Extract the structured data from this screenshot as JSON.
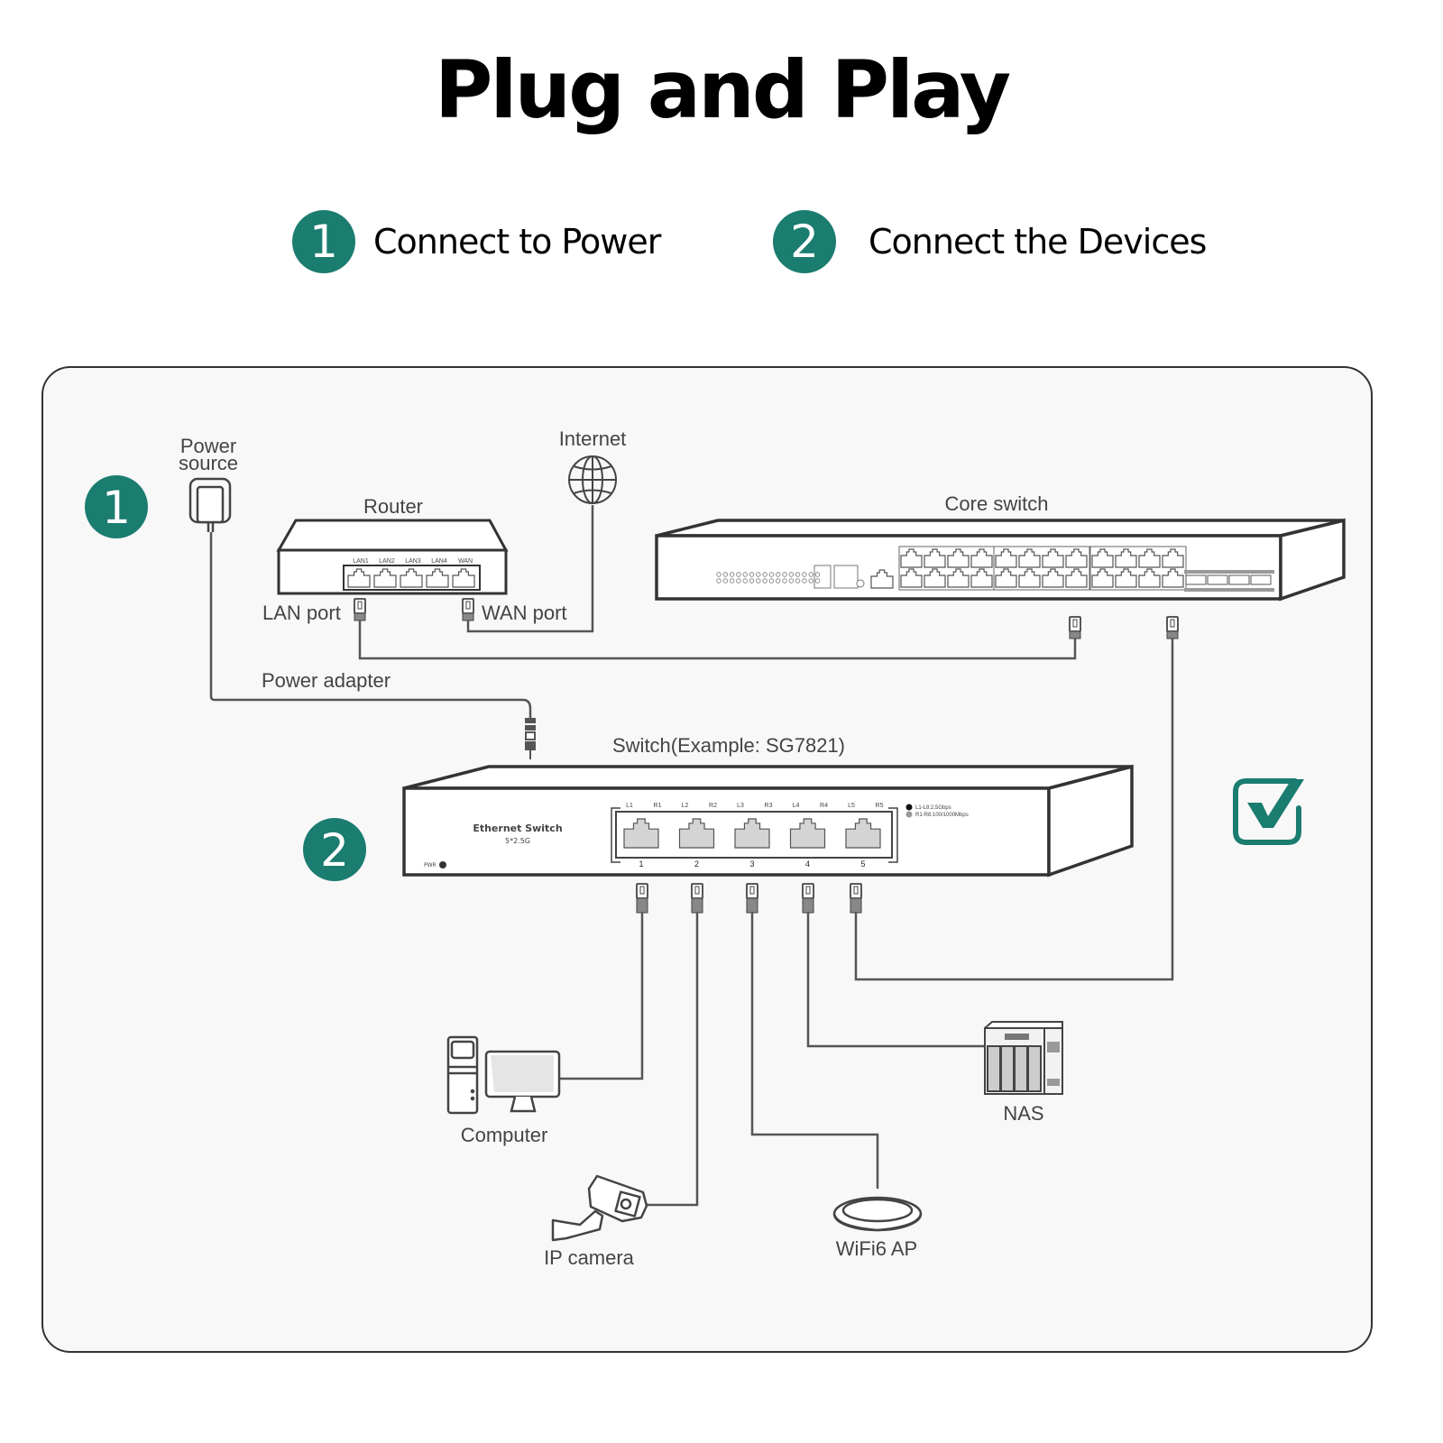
{
  "title": "Plug and Play",
  "steps": [
    {
      "number": "1",
      "label": "Connect to Power"
    },
    {
      "number": "2",
      "label": "Connect the Devices"
    }
  ],
  "colors": {
    "accent": "#1b7c70",
    "line": "#444444",
    "frame_bg": "#f8f8f8"
  },
  "diagram": {
    "badges": [
      "1",
      "2"
    ],
    "power_source": {
      "label_line1": "Power",
      "label_line2": "source",
      "icon": "power-plug-icon"
    },
    "power_adapter": {
      "label": "Power adapter"
    },
    "router": {
      "label": "Router",
      "ports": [
        "LAN1",
        "LAN2",
        "LAN3",
        "LAN4",
        "WAN"
      ],
      "lan_port_label": "LAN port",
      "wan_port_label": "WAN port"
    },
    "internet": {
      "label": "Internet",
      "icon": "globe-icon"
    },
    "core_switch": {
      "label": "Core switch"
    },
    "switch": {
      "label": "Switch(Example: SG7821)",
      "brand_line1": "Ethernet Switch",
      "brand_line2": "5*2.5G",
      "pwr": "PWR",
      "led_labels": [
        "L1",
        "R1",
        "L2",
        "R2",
        "L3",
        "R3",
        "L4",
        "R4",
        "L5",
        "R5"
      ],
      "port_numbers": [
        "1",
        "2",
        "3",
        "4",
        "5"
      ],
      "legend": [
        "L1-L8:2.5Gbps",
        "R1-R8:100/1000Mbps"
      ]
    },
    "devices": {
      "computer": "Computer",
      "ip_camera": "IP camera",
      "wifi_ap": "WiFi6 AP",
      "nas": "NAS"
    },
    "check_icon": "checkbox-checked-icon"
  }
}
